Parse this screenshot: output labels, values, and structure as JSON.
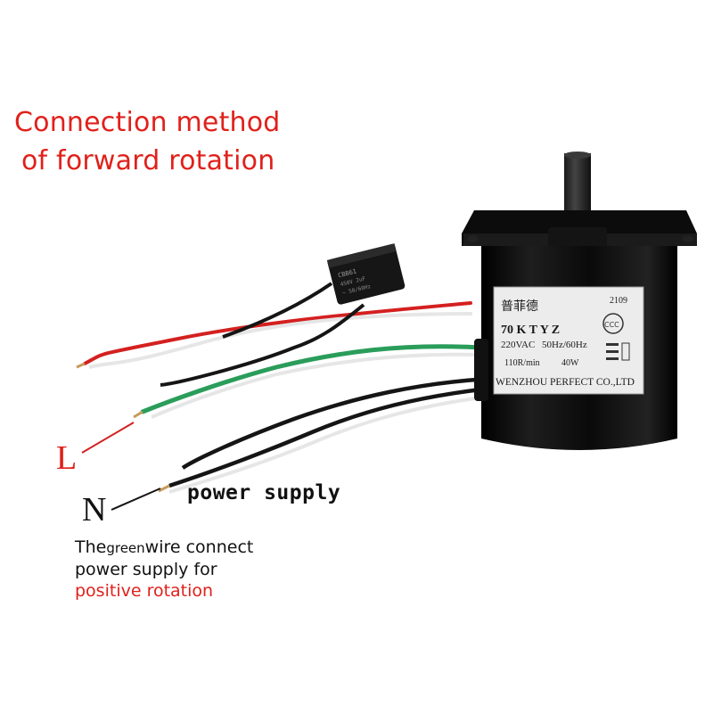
{
  "title": {
    "line1": "Connection method",
    "line2": "of forward rotation"
  },
  "labels": {
    "live": "L",
    "neutral": "N",
    "power_supply": "power supply"
  },
  "note": {
    "part1_a": "The",
    "part1_b": "green",
    "part1_c": "wire connect",
    "line2": "power supply for",
    "line3": "positive rotation"
  },
  "nameplate": {
    "brand": "普菲德",
    "model": "70 K T Y Z",
    "code": "2109",
    "voltage": "220VAC",
    "frequency": "50Hz/60Hz",
    "speed": "110R/min",
    "power": "40W",
    "maker": "WENZHOU PERFECT CO.,LTD",
    "cert_mark": "CCC"
  },
  "colors": {
    "accent_red": "#e0211b",
    "wire_red": "#d42020",
    "wire_green": "#2a9d5a",
    "wire_black": "#151515",
    "wire_white": "#e6e6e6",
    "motor_body": "#0d0d0d"
  }
}
